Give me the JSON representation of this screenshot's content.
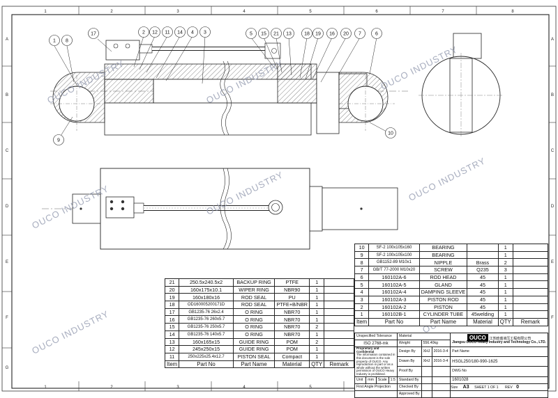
{
  "grid": {
    "cols_top": [
      "1",
      "2",
      "3",
      "4",
      "5",
      "6",
      "7",
      "8"
    ],
    "rows_left": [
      "A",
      "B",
      "C",
      "D",
      "E",
      "F",
      "G"
    ]
  },
  "callouts": [
    "1",
    "8",
    "17",
    "2",
    "12",
    "11",
    "14",
    "4",
    "3",
    "5",
    "15",
    "21",
    "13",
    "18",
    "19",
    "16",
    "20",
    "7",
    "6",
    "9",
    "10"
  ],
  "watermark": "OUCO INDUSTRY",
  "bom_right": {
    "header": [
      "Item",
      "Part No",
      "Part Name",
      "Material",
      "QTY",
      "Remark"
    ],
    "rows": [
      [
        "10",
        "SF-2 100x105x160",
        "BEARING",
        "",
        "1",
        ""
      ],
      [
        "9",
        "SF-2 100x105x100",
        "BEARING",
        "",
        "1",
        ""
      ],
      [
        "8",
        "GB1152-89  M10x1",
        "NIPPLE",
        "Brass",
        "2",
        ""
      ],
      [
        "7",
        "GB/T 77-2000 M10x20",
        "SCREW",
        "Q235",
        "3",
        ""
      ],
      [
        "6",
        "160102A-6",
        "ROD HEAD",
        "45",
        "1",
        ""
      ],
      [
        "5",
        "160102A-5",
        "GLAND",
        "45",
        "1",
        ""
      ],
      [
        "4",
        "160102A-4",
        "DAMPING SLEEVE",
        "45",
        "1",
        ""
      ],
      [
        "3",
        "160102A-3",
        "PISTON ROD",
        "45",
        "1",
        ""
      ],
      [
        "2",
        "160102A-2",
        "PISTON",
        "45",
        "1",
        ""
      ],
      [
        "1",
        "160102B-1",
        "CYLINDER TUBE",
        "45welding",
        "1",
        ""
      ]
    ]
  },
  "bom_left": {
    "header": [
      "Item",
      "Part No",
      "Part Name",
      "Material",
      "QTY",
      "Remark"
    ],
    "rows": [
      [
        "21",
        "250.5x240.5x2",
        "BACKUP RING",
        "PTFE",
        "1",
        ""
      ],
      [
        "20",
        "160x175x10.1",
        "WIPER RING",
        "NBR90",
        "1",
        ""
      ],
      [
        "19",
        "160x180x16",
        "ROD SEAL",
        "PU",
        "1",
        ""
      ],
      [
        "18",
        "OD160005200171D",
        "ROD SEAL",
        "PTFE+B/NBR",
        "1",
        ""
      ],
      [
        "17",
        "GB1235-76 26x2.4",
        "O RING",
        "NBR70",
        "1",
        ""
      ],
      [
        "16",
        "GB1235-76 260x5.7",
        "O RING",
        "NBR70",
        "1",
        ""
      ],
      [
        "15",
        "GB1235-76 250x5.7",
        "O RING",
        "NBR70",
        "2",
        ""
      ],
      [
        "14",
        "GB1235-76 140x5.7",
        "O RING",
        "NBR70",
        "1",
        ""
      ],
      [
        "13",
        "160x165x15",
        "GUIDE RING",
        "POM",
        "2",
        ""
      ],
      [
        "12",
        "245x250x15",
        "GUIDE RING",
        "POM",
        "1",
        ""
      ],
      [
        "11",
        "250x225x25.4x12.7",
        "PISTON SEAL",
        "Compact",
        "1",
        ""
      ]
    ]
  },
  "title_block": {
    "tolerance_label": "Unspecified Tolerance",
    "tolerance_value": "ISO 2768-mk",
    "proprietary_title": "Proprietary and Confidential",
    "proprietary_text": "The information contained in this document is the sole property of OUCO. Any reproduction in part or as a whole without the written permission of OUCO Heavy Industry is prohibited.",
    "unit_label": "Unit",
    "unit_value": "mm",
    "scale_label": "Scale",
    "scale_value": "1:5",
    "projection": "First Angle Projection",
    "material_label": "Material",
    "weight_label": "Weight",
    "weight_value": "556.40kg",
    "design_label": "Design By",
    "design_by": "XHJ",
    "design_date": "2016-3-4",
    "drawn_label": "Drawn By",
    "drawn_by": "XHJ",
    "drawn_date": "2016-3-4",
    "proof_label": "Proof By",
    "standard_label": "Standard By",
    "checked_label": "Checked By",
    "approved_label": "Approved By",
    "logo": "OUCO",
    "company_cn": "江苏欧盛液压工程有限公司",
    "company_en": "Jiangsu OUCO Heavy Industry and Technology Co., LTD.",
    "part_name_label": "Part Name",
    "part_name": "HSGL250/180-990-1625",
    "dwg_label": "DWG No",
    "dwg_no": "1601028",
    "size_label": "Size",
    "size": "A3",
    "sheet_label": "SHEET 1 OF 1",
    "rev_label": "REV",
    "rev": "0"
  }
}
